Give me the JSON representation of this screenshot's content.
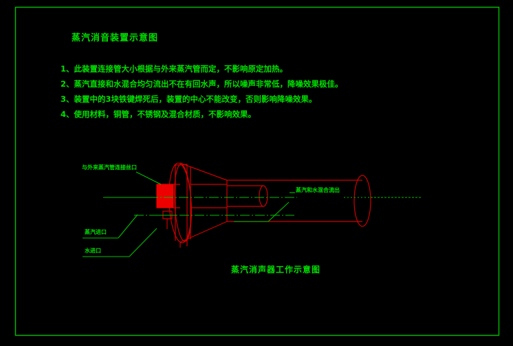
{
  "document": {
    "background_color": "#000000",
    "border_color": "#00c000",
    "text_color": "#00e000",
    "geometry_color": "#d00000"
  },
  "header": {
    "title": "蒸汽消音装置示意图"
  },
  "notes": [
    "1、此装置连接管大小根据与外来蒸汽管而定，不影响原定加热。",
    "2、蒸汽直接和水混合均匀流出不在有回水声，所以噪声非常低，降噪效果极佳。",
    "3、装置中的3块铁键焊死后，装置的中心不能改变，否则影响降噪效果。",
    "4、使用材料，铜管，不锈钢及混合材质，不影响效果。"
  ],
  "drawing": {
    "labels": {
      "thread_connection": "与外来蒸汽管连接丝口",
      "steam_inlet": "蒸汽进口",
      "water_inlet": "水进口",
      "mixed_outlet": "蒸汽和水混合流出"
    },
    "caption": "蒸汽消声器工作示意图"
  }
}
